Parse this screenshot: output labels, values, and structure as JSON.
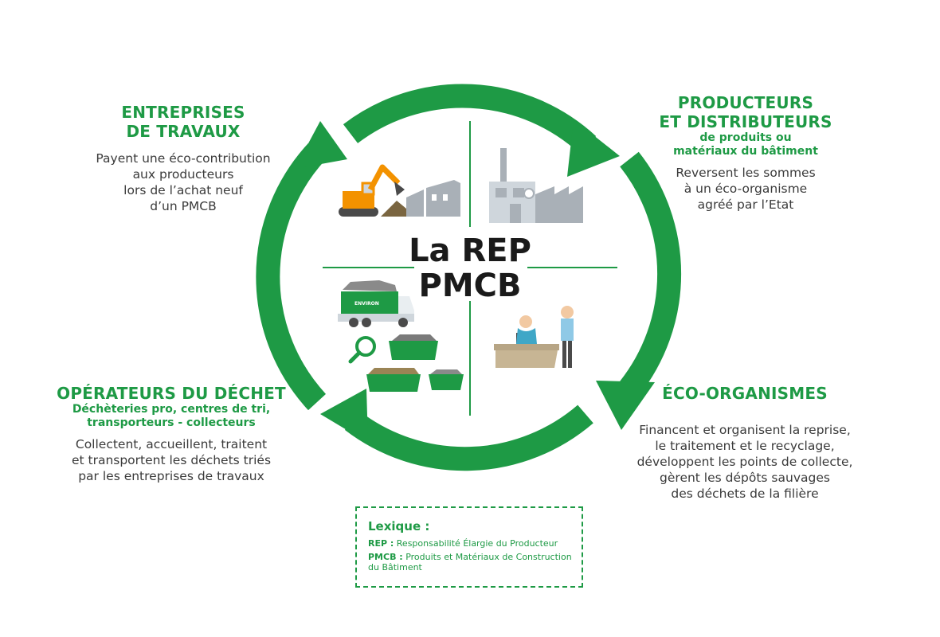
{
  "center_title": {
    "line1": "La REP",
    "line2": "PMCB"
  },
  "quadrants": {
    "top_left": {
      "heading_line1": "ENTREPRISES",
      "heading_line2": "DE TRAVAUX",
      "body": [
        "Payent une éco-contribution",
        "aux producteurs",
        "lors de l’achat neuf",
        "d’un PMCB"
      ]
    },
    "top_right": {
      "heading_line1": "PRODUCTEURS",
      "heading_line2": "ET DISTRIBUTEURS",
      "sub_line1": "de produits ou",
      "sub_line2": "matériaux du bâtiment",
      "body": [
        "Reversent les sommes",
        "à un éco-organisme",
        "agréé par l’Etat"
      ]
    },
    "bottom_left": {
      "heading": "OPÉRATEURS DU DÉCHET",
      "sub_line1": "Déchèteries pro, centres de tri,",
      "sub_line2": "transporteurs - collecteurs",
      "body": [
        "Collectent, accueillent, traitent",
        "et transportent les déchets triés",
        "par les entreprises de travaux"
      ]
    },
    "bottom_right": {
      "heading": "ÉCO-ORGANISMES",
      "body": [
        "Financent et organisent la reprise,",
        "le traitement et le recyclage,",
        "développent les points de collecte,",
        "gèrent les dépôts sauvages",
        "des déchets de la filière"
      ]
    }
  },
  "lexique": {
    "title": "Lexique :",
    "rep_term": "REP :",
    "rep_def": "Responsabilité Élargie du Producteur",
    "pmcb_term": "PMCB :",
    "pmcb_def_line1": "Produits et Matériaux de Construction",
    "pmcb_def_line2": "du Bâtiment"
  },
  "truck_brand": "ENVIRON",
  "colors": {
    "green": "#1e9a45",
    "dark_text": "#3a3a3a",
    "title": "#1a1a1a",
    "grey_building": "#a9b0b7",
    "orange": "#f39200"
  },
  "icons": [
    "excavator-icon",
    "factory-icon",
    "truck-icon",
    "magnifier-icon",
    "skip-container-icon",
    "office-people-icon"
  ]
}
